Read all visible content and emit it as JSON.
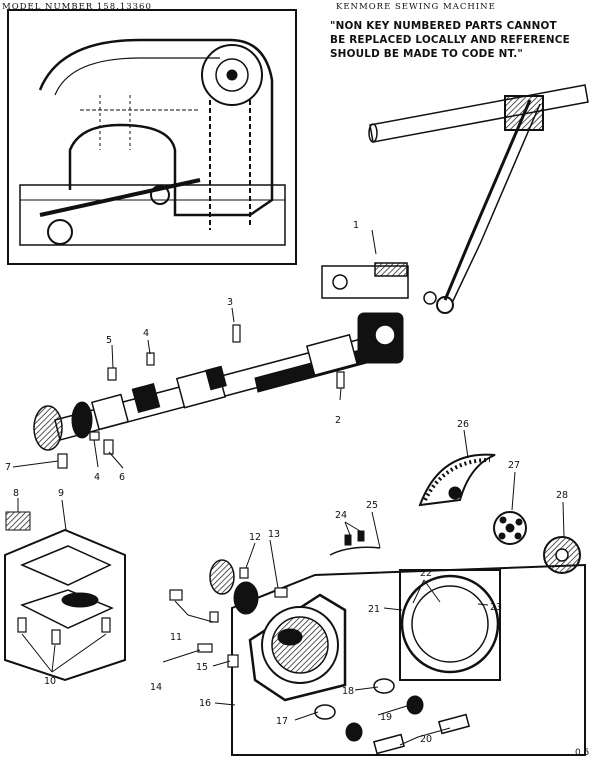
{
  "header": {
    "model_number": "MODEL NUMBER 158.13360",
    "brand": "KENMORE SEWING MACHINE",
    "note": "\"NON KEY NUMBERED PARTS CANNOT\nBE REPLACED LOCALLY AND REFERENCE\nSHOULD BE MADE TO CODE NT.\""
  },
  "page_number": "0.5",
  "callouts": [
    "1",
    "2",
    "3",
    "4",
    "4",
    "5",
    "6",
    "7",
    "8",
    "9",
    "10",
    "11",
    "12",
    "13",
    "14",
    "15",
    "16",
    "17",
    "18",
    "19",
    "20",
    "21",
    "22",
    "23",
    "24",
    "25",
    "26",
    "27",
    "28"
  ]
}
